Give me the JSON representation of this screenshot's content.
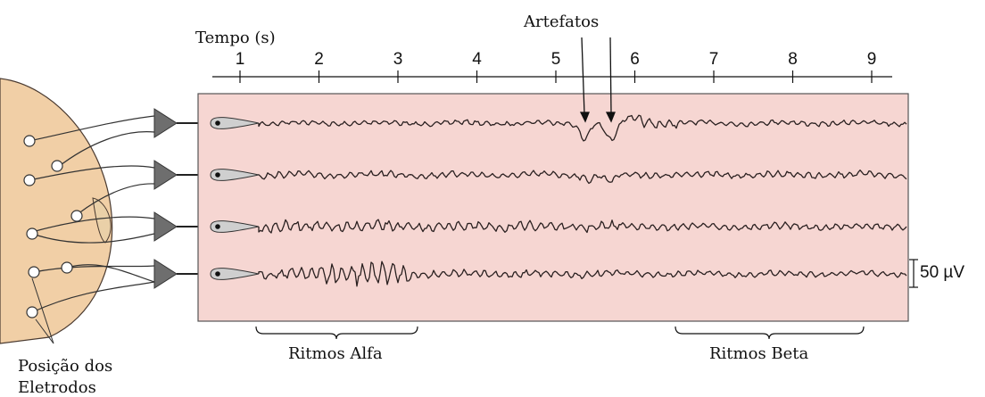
{
  "figure": {
    "time_label": "Tempo (s)",
    "time_ticks": [
      "1",
      "2",
      "3",
      "4",
      "5",
      "6",
      "7",
      "8",
      "9"
    ],
    "artifacts_label": "Artefatos",
    "scale_label": "50 µV",
    "alpha_label": "Ritmos Alfa",
    "beta_label": "Ritmos Beta",
    "electrodes_label_line1": "Posição dos",
    "electrodes_label_line2": "Eletrodos"
  },
  "colors": {
    "recording_bg": "#f6d6d2",
    "scalp": "#f1cfa6",
    "amplifier": "#6e6e6e",
    "pen": "#cfcfcf",
    "trace": "#2a2020"
  }
}
